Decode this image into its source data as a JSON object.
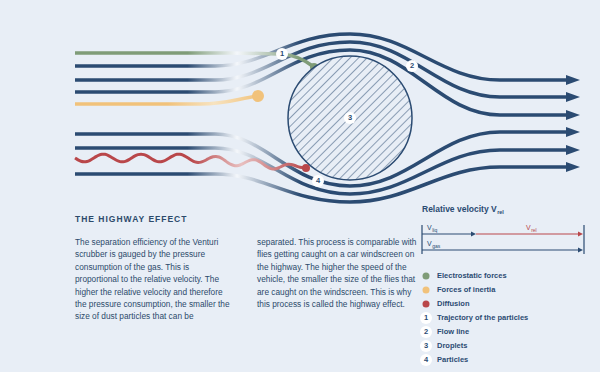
{
  "diagram": {
    "title": "THE HIGHWAY EFFECT",
    "labels": [
      "1",
      "2",
      "3",
      "4",
      "Relative velocity V",
      "rel",
      "V",
      "liq",
      "V",
      "rel",
      "V",
      "gas",
      "The separation efficiency of the Venturi scrubber is gauged by the pressure consumption of the gas. This is proportional to the relative velocity. The higher the relative velocity and therefore the pressure consumption, the smaller the size of dust particles that can be separated. This process is comparable with flies getting caught on a car windscreen on the highway. The higher the speed of the vehicle, the smaller the size of the flies that are caught on the windscreen. This is why this process is called the highway effect.",
      "1",
      "2",
      "3",
      "4"
    ],
    "legend": [
      {
        "text": "Electrostatic forces",
        "color": "#7f9c78"
      },
      {
        "text": "Forces of inertia",
        "color": "#f1c27b"
      },
      {
        "text": "Diffusion",
        "color": "#b9474a"
      },
      {
        "text": "Trajectory of the particles"
      },
      {
        "text": "Flow line"
      },
      {
        "text": "Droplets"
      },
      {
        "text": "Particles"
      }
    ]
  }
}
